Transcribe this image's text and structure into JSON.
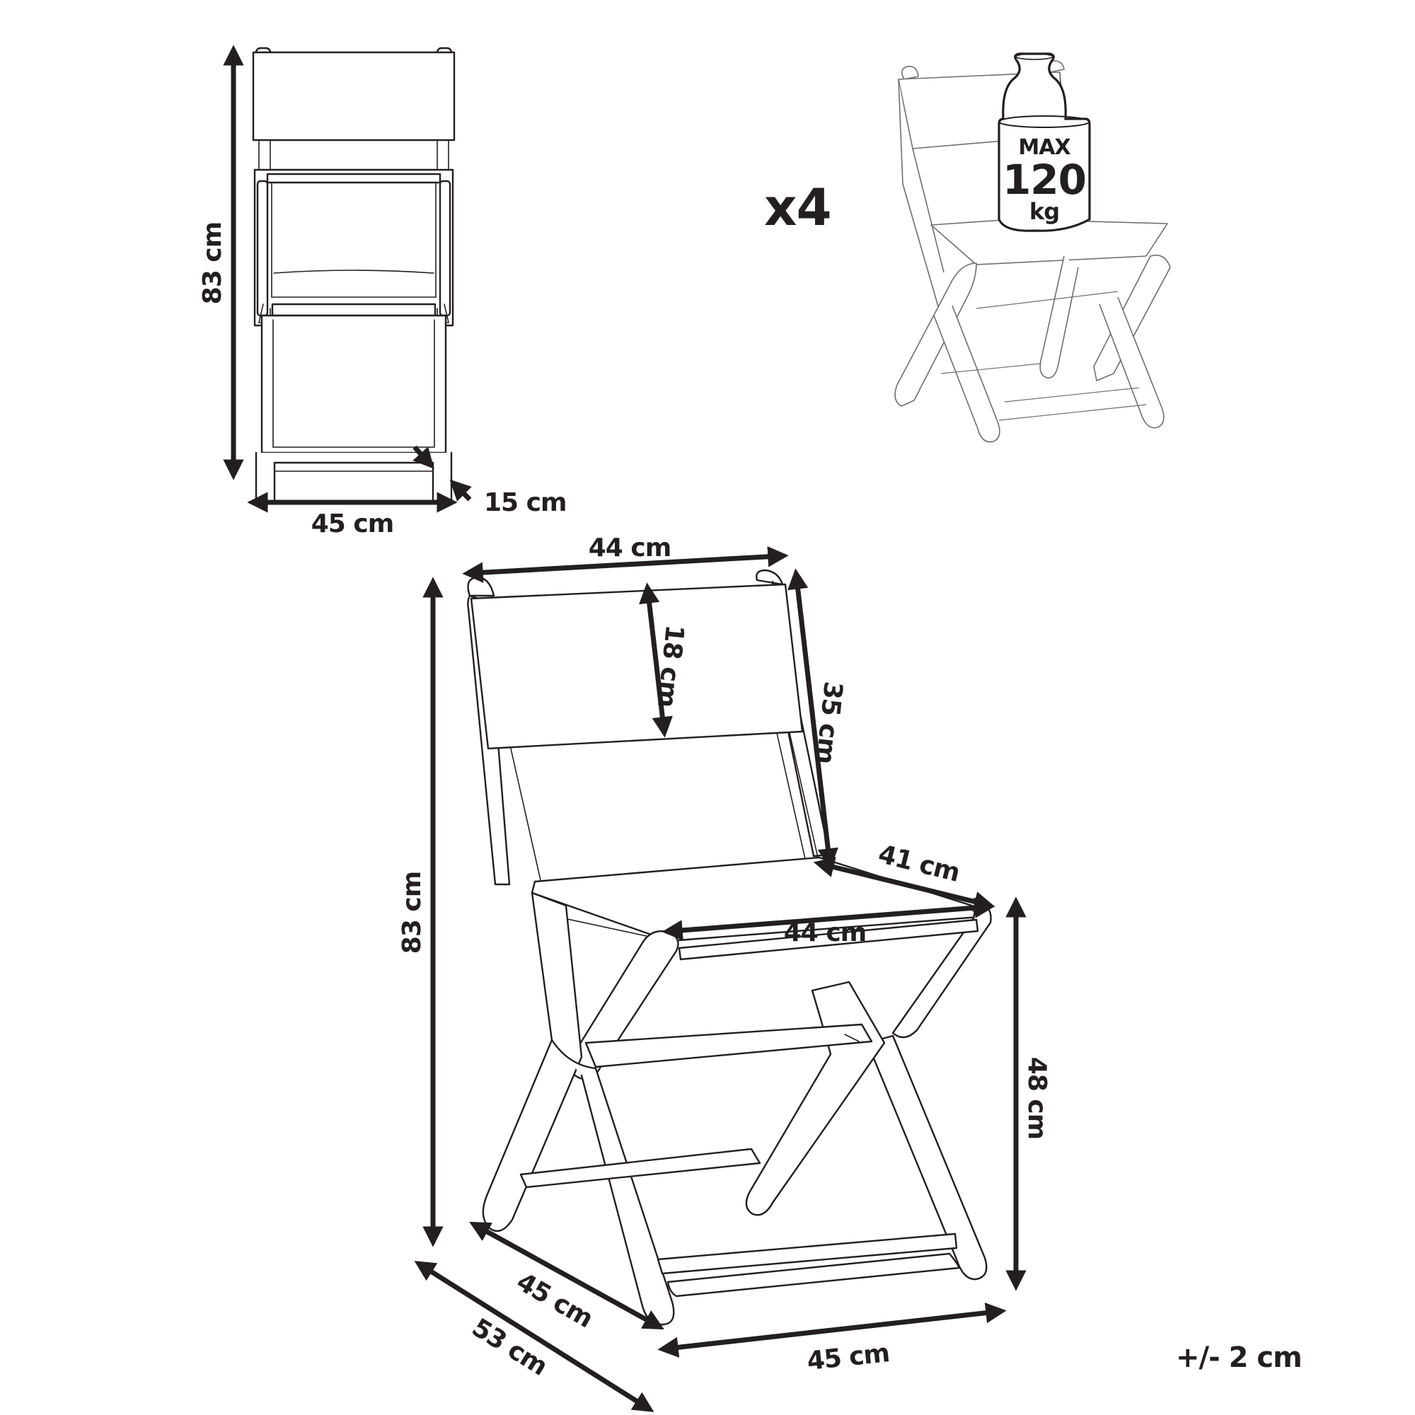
{
  "colors": {
    "ink": "#231f20",
    "light_line": "#6d6e70",
    "background": "#ffffff"
  },
  "front_view": {
    "height_label": "83 cm",
    "width_label": "45 cm",
    "depth_folded_label": "15 cm"
  },
  "set_info": {
    "quantity_label": "x4",
    "weight_icon": {
      "line1": "MAX",
      "line2": "120",
      "line3": "kg"
    }
  },
  "main_view": {
    "backrest_width_label": "44 cm",
    "backrest_panel_height_label": "18 cm",
    "backrest_height_label": "35 cm",
    "seat_depth_label": "41 cm",
    "seat_width_label": "44 cm",
    "total_height_label": "83 cm",
    "seat_height_label": "48 cm",
    "base_depth_label": "45 cm",
    "total_depth_label": "53 cm",
    "base_width_label": "45 cm"
  },
  "tolerance_label": "+/- 2 cm"
}
